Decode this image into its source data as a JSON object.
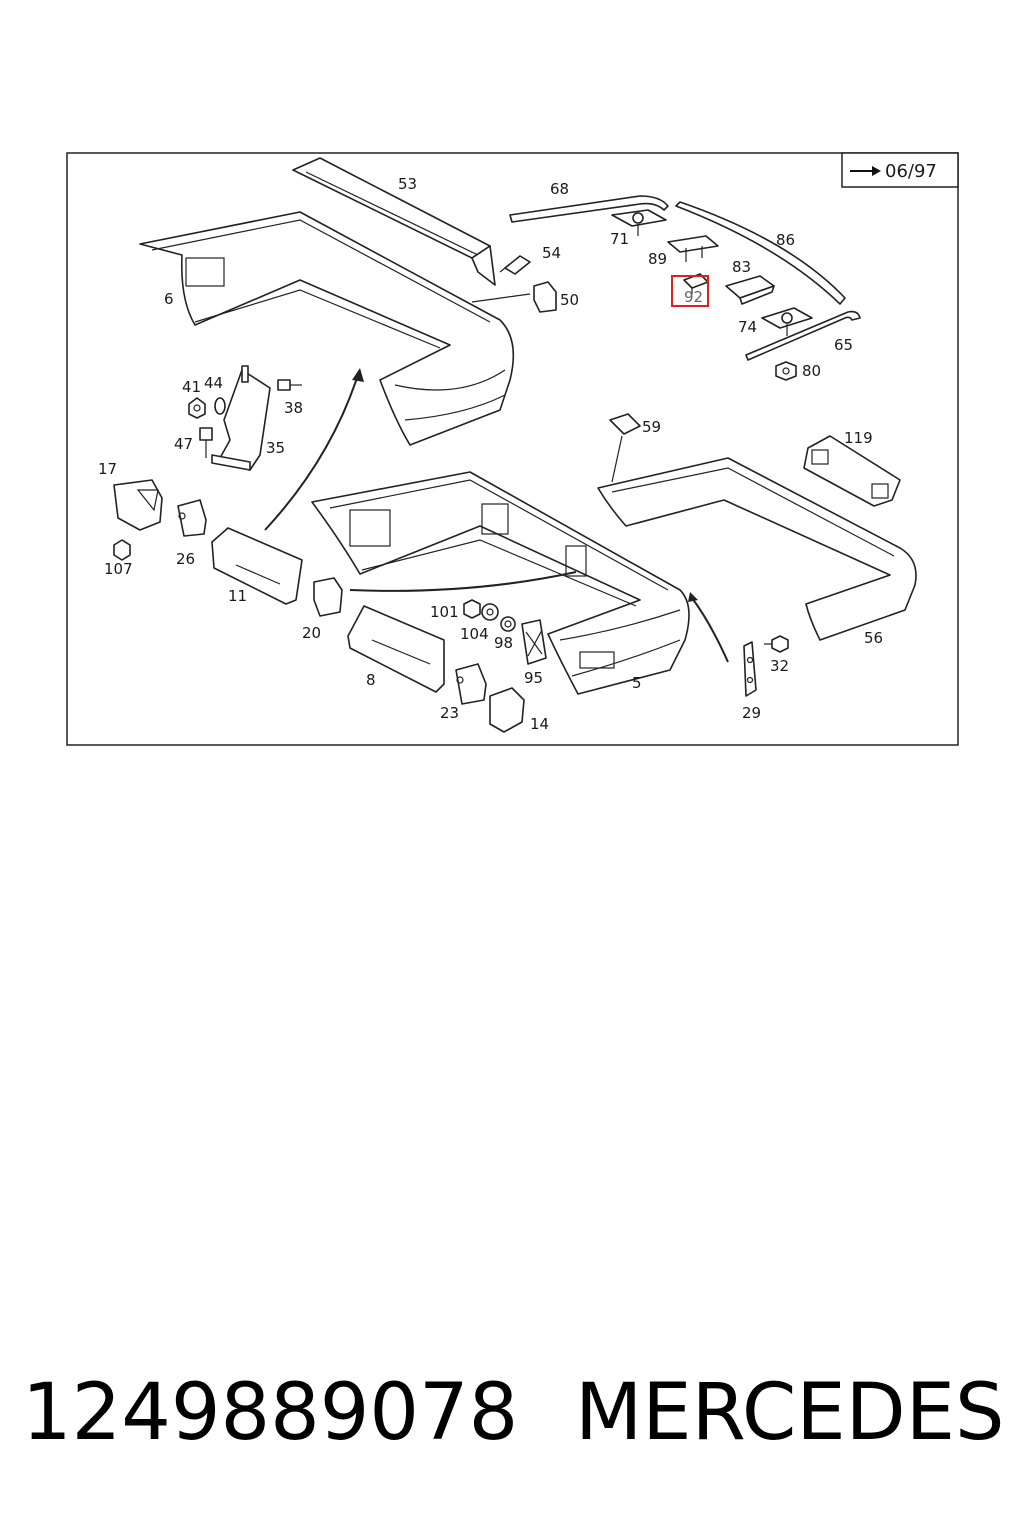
{
  "version_tag": "06/97",
  "callouts": [
    "53",
    "68",
    "54",
    "50",
    "71",
    "89",
    "86",
    "83",
    "92",
    "74",
    "65",
    "80",
    "6",
    "41",
    "44",
    "38",
    "47",
    "35",
    "17",
    "26",
    "107",
    "11",
    "20",
    "59",
    "119",
    "101",
    "104",
    "98",
    "95",
    "8",
    "23",
    "14",
    "5",
    "32",
    "29",
    "56"
  ],
  "highlighted_callout": "92",
  "highlight_color": "#e02020",
  "part_number": "1249889078",
  "brand": "MERCEDES"
}
